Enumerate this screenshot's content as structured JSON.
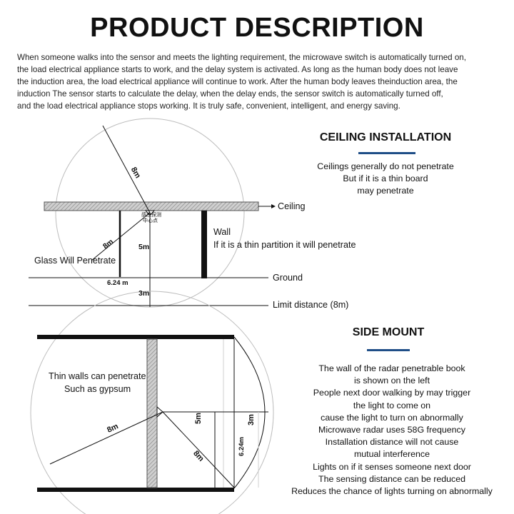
{
  "title": "PRODUCT DESCRIPTION",
  "intro_lines": [
    "When someone walks into the sensor and meets the lighting requirement, the microwave switch is automatically turned on,",
    "the load electrical appliance starts to work, and the delay system is activated. As long as the human body does not leave",
    "the induction area, the load electrical appliance will continue to work. After the human body leaves theinduction area, the",
    "induction The sensor starts to calculate the delay, when the delay ends, the sensor switch is automatically turned off,",
    "and the load electrical appliance stops working. It is truly safe, convenient, intelligent, and energy saving."
  ],
  "ceiling": {
    "heading": "CEILING INSTALLATION",
    "desc_lines": [
      "Ceilings generally do not penetrate",
      "But if it is a thin board",
      "may penetrate"
    ],
    "labels": {
      "ceiling": "Ceiling",
      "wall": "Wall",
      "wall_note": "If it is a thin partition it will penetrate",
      "glass": "Glass Will Penetrate",
      "ground": "Ground",
      "limit": "Limit distance (8m)",
      "r_8m_top": "8m",
      "r_8m_left": "8m",
      "h_5m": "5m",
      "h_624m": "6.24 m",
      "h_3m": "3m",
      "sensor_text_1": "感应探测",
      "sensor_text_2": "中心点"
    }
  },
  "side": {
    "heading": "SIDE MOUNT",
    "desc_lines": [
      "The wall of the radar penetrable book",
      "is shown on the left",
      "People next door walking by may trigger",
      "the light to come on",
      "cause the light to turn on abnormally",
      "Microwave radar uses 58G frequency",
      "Installation distance will not cause",
      "mutual interference",
      "Lights on if it senses someone next door",
      "The sensing distance can be reduced",
      "Reduces the chance of lights turning on abnormally"
    ],
    "labels": {
      "thin_walls": "Thin walls can penetrate",
      "gypsum": "Such as gypsum",
      "r_8m_left": "8m",
      "r_8m_right": "8m",
      "d_5m": "5m",
      "d_624m": "6.24m",
      "d_3m": "3m"
    }
  },
  "colors": {
    "accent": "#1f4e87",
    "wall_hatch": "#b5b5b5",
    "line": "#111111"
  }
}
